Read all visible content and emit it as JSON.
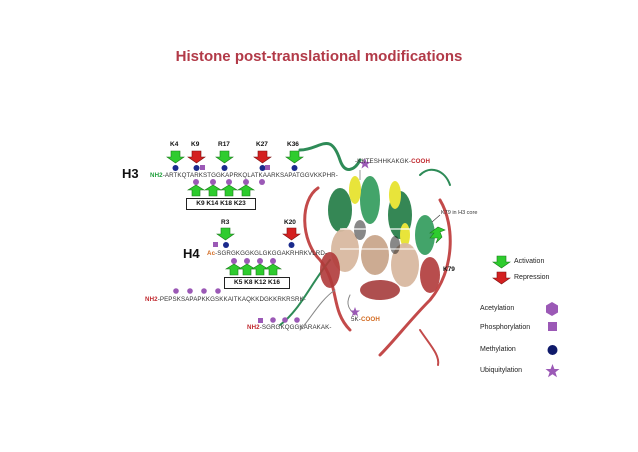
{
  "title": "Histone post-translational modifications",
  "h3": {
    "label": "H3",
    "tail_prefix": "NH2",
    "tail_sequence": "-ARTKQTARKSTGGKAPRKQLATKAARKSAPATGGVKKPHR-",
    "top_sites": [
      "K4",
      "K9",
      "R17",
      "K27",
      "K36"
    ],
    "bottom_box": "K9  K14 K18  K23"
  },
  "h4": {
    "label": "H4",
    "tail_prefix": "Ac",
    "tail_sequence": "-SGRGKGGKGLGKGGAKRHRKVLRD-",
    "top_sites": [
      "R3",
      "K20"
    ],
    "bottom_box": "K5 K8  K12  K16"
  },
  "h2a": {
    "tail_prefix": "NH2",
    "tail_sequence": "-PEPSKSAPAPKKGSKKAITKAQKKDGKKRKRSRK-"
  },
  "h2b": {
    "tail_prefix": "NH2",
    "tail_sequence": "-SGRGKQGGKARAKAK-"
  },
  "h3_c_term": {
    "sequence": "-KKTESHHKAKGK-",
    "suffix": "COOH"
  },
  "h2a_c_term": {
    "sequence": "5K-",
    "suffix": "COOH"
  },
  "core_annotation": "K79 in H3 core",
  "k79_label": "K79",
  "legend": {
    "activation": "Activation",
    "repression": "Repression",
    "acetylation": "Acetylation",
    "phosphorylation": "Phosphorylation",
    "methylation": "Methylation",
    "ubiquitylation": "Ubiquitylation"
  },
  "colors": {
    "title": "#b23a48",
    "activation": "#2ecc2e",
    "repression": "#d42020",
    "acetylation": "#9b59b6",
    "phosphorylation": "#9b59b6",
    "methylation": "#1a2a8c",
    "ubiquitylation": "#9b59b6"
  },
  "icons": [
    "green-arrow-icon",
    "red-arrow-icon",
    "hexagon-icon",
    "square-icon",
    "circle-icon",
    "star-icon"
  ]
}
